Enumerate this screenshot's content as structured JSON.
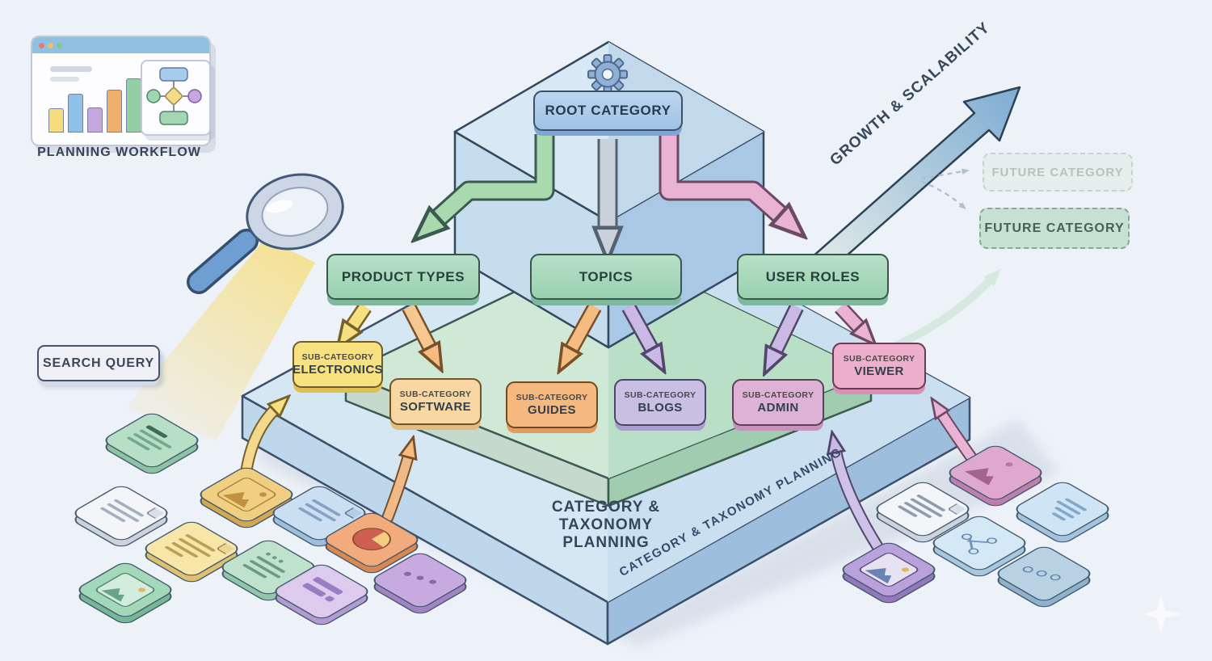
{
  "palette": {
    "background": "#edf1f8",
    "outline": "#3c5068",
    "base_top": "#d6e7f4",
    "base_left": "#bed7ea",
    "base_right": "#9dbedd",
    "tier_green": "#a5d6ba",
    "apex_blue": "#aecde9",
    "root_fill": "#a9c9e9",
    "electronics": "#f8e27f",
    "software": "#f8d7a2",
    "guides": "#f5b87e",
    "blogs": "#c8bfe2",
    "admin": "#ddb2d6",
    "viewer": "#eeafcd",
    "growth_arrow": "#7fadd3",
    "future_green": "#c7e1d2",
    "beam_yellow": "#f6de82"
  },
  "workflow_card": {
    "caption": "PLANNING WORKFLOW"
  },
  "search_query": {
    "label": "SEARCH QUERY"
  },
  "pyramid": {
    "root": {
      "label": "ROOT CATEGORY"
    },
    "tier2": [
      {
        "label": "PRODUCT TYPES"
      },
      {
        "label": "TOPICS"
      },
      {
        "label": "USER ROLES"
      }
    ],
    "subcategories": [
      {
        "tag": "SUB-CATEGORY",
        "name": "ELECTRONICS"
      },
      {
        "tag": "SUB-CATEGORY",
        "name": "SOFTWARE"
      },
      {
        "tag": "SUB-CATEGORY",
        "name": "GUIDES"
      },
      {
        "tag": "SUB-CATEGORY",
        "name": "BLOGS"
      },
      {
        "tag": "SUB-CATEGORY",
        "name": "ADMIN"
      },
      {
        "tag": "SUB-CATEGORY",
        "name": "VIEWER"
      }
    ],
    "base_label_line1": "CATEGORY & TAXONOMY",
    "base_label_line2": "PLANNING",
    "edge_label": "CATEGORY & TAXONOMY PLANNING"
  },
  "growth": {
    "label": "GROWTH & SCALABILITY"
  },
  "future": [
    {
      "label": "FUTURE CATEGORY",
      "variant": "faint"
    },
    {
      "label": "FUTURE CATEGORY",
      "variant": "solid"
    }
  ]
}
